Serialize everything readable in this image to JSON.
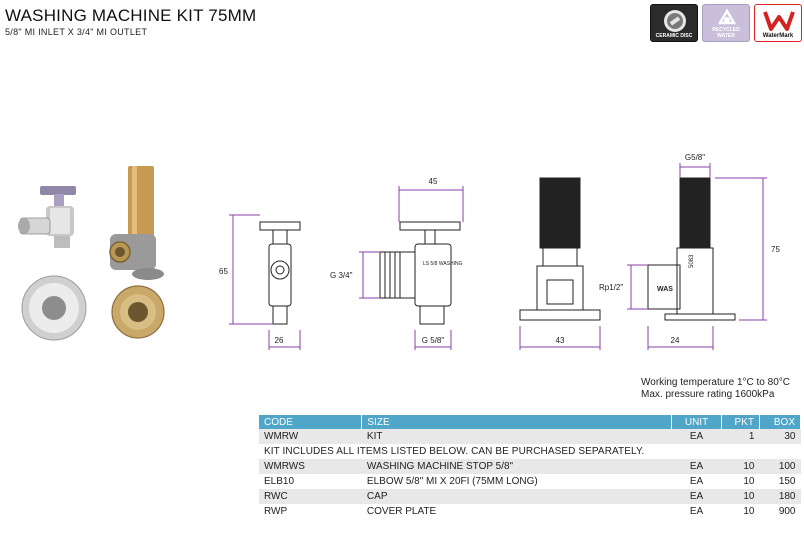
{
  "header": {
    "title": "WASHING MACHINE KIT 75MM",
    "subtitle": "5/8\" MI INLET X 3/4\" MI OUTLET"
  },
  "badges": [
    {
      "label": "CERAMIC DISC",
      "icon": "ceramic-disc-icon"
    },
    {
      "label": "RECYCLED WATER",
      "icon": "recycle-icon"
    },
    {
      "label": "WaterMark",
      "icon": "watermark-icon"
    }
  ],
  "dimensions": {
    "stop_width": "26",
    "stop_height": "65",
    "side_thread": "G 3/4\"",
    "side_bottom": "G 5/8\"",
    "side_width": "45",
    "elbow_width": "43",
    "top_thread": "G5/8\"",
    "elbow_height": "75",
    "rp_thread": "Rp1/2\"",
    "elbow_depth": "24",
    "stamp_left": "LS 5/8 WASHING",
    "stamp_elbow": "5083",
    "stamp_wms": "WAS"
  },
  "specs": {
    "line1": "Working temperature 1°C to 80°C",
    "line2": "Max. pressure rating 1600kPa"
  },
  "table": {
    "headers": {
      "code": "CODE",
      "size": "SIZE",
      "unit": "UNIT",
      "pkt": "PKT",
      "box": "BOX"
    },
    "kit_row": {
      "code": "WMRW",
      "size": "KIT",
      "unit": "EA",
      "pkt": "1",
      "box": "30"
    },
    "note": "KIT INCLUDES ALL ITEMS LISTED BELOW. CAN BE PURCHASED SEPARATELY.",
    "items": [
      {
        "code": "WMRWS",
        "size": "WASHING MACHINE STOP 5/8\"",
        "unit": "EA",
        "pkt": "10",
        "box": "100"
      },
      {
        "code": "ELB10",
        "size": "ELBOW 5/8\" MI X 20FI (75MM LONG)",
        "unit": "EA",
        "pkt": "10",
        "box": "150"
      },
      {
        "code": "RWC",
        "size": "CAP",
        "unit": "EA",
        "pkt": "10",
        "box": "180"
      },
      {
        "code": "RWP",
        "size": "COVER PLATE",
        "unit": "EA",
        "pkt": "10",
        "box": "900"
      }
    ]
  },
  "colors": {
    "table_header": "#4fa6c8",
    "row_stripe": "#e8e8e8",
    "dimension_line": "#8a3fa8",
    "watermark_red": "#d22222",
    "recycled_lilac": "#c9bfdb"
  }
}
